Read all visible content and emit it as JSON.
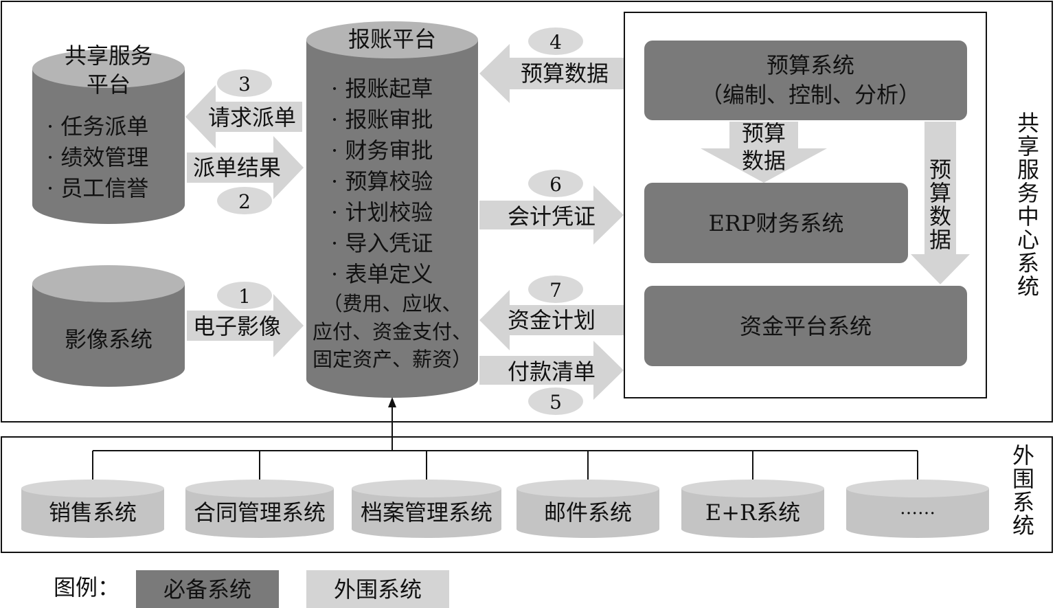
{
  "shared_platform": {
    "title_line1": "共享服务",
    "title_line2": "平台",
    "items": [
      "· 任务派单",
      "· 绩效管理",
      "· 员工信誉"
    ]
  },
  "imaging_system": {
    "label": "影像系统"
  },
  "reimbursement_platform": {
    "title": "报账平台",
    "items": [
      "· 报账起草",
      "· 报账审批",
      "· 财务审批",
      "· 预算校验",
      "· 计划校验",
      "· 导入凭证",
      "· 表单定义"
    ],
    "sub_lines": [
      "（费用、应收、",
      "应付、资金支付、",
      "固定资产、薪资）"
    ]
  },
  "flows": {
    "f1": {
      "num": "1",
      "label": "电子影像"
    },
    "f2": {
      "num": "2",
      "label": "派单结果"
    },
    "f3": {
      "num": "3",
      "label": "请求派单"
    },
    "f4": {
      "num": "4",
      "label": "预算数据"
    },
    "f5": {
      "num": "5",
      "label": "付款清单"
    },
    "f6": {
      "num": "6",
      "label": "会计凭证"
    },
    "f7": {
      "num": "7",
      "label": "资金计划"
    }
  },
  "right_box": {
    "budget_system": {
      "line1": "预算系统",
      "line2": "（编制、控制、分析）"
    },
    "erp_system": {
      "label": "ERP财务系统"
    },
    "fund_system": {
      "label": "资金平台系统"
    },
    "down_arrow_label": [
      "预算",
      "数据"
    ],
    "side_arrow_label": [
      "预",
      "算",
      "数",
      "据"
    ]
  },
  "top_side_label": [
    "共",
    "享",
    "服",
    "务",
    "中",
    "心",
    "系",
    "统"
  ],
  "bottom_side_label": [
    "外",
    "围",
    "系",
    "统"
  ],
  "peripheral_systems": [
    "销售系统",
    "合同管理系统",
    "档案管理系统",
    "邮件系统",
    "E+R系统",
    "……"
  ],
  "legend": {
    "title": "图例：",
    "required": "必备系统",
    "peripheral": "外围系统"
  },
  "colors": {
    "required_fill": "#7a7a7a",
    "cylinder_top": "#b5b5b5",
    "peripheral_fill": "#c4c4c4",
    "arrow_fill": "#d4d4d4",
    "ellipse_fill": "#d9d9d9"
  }
}
